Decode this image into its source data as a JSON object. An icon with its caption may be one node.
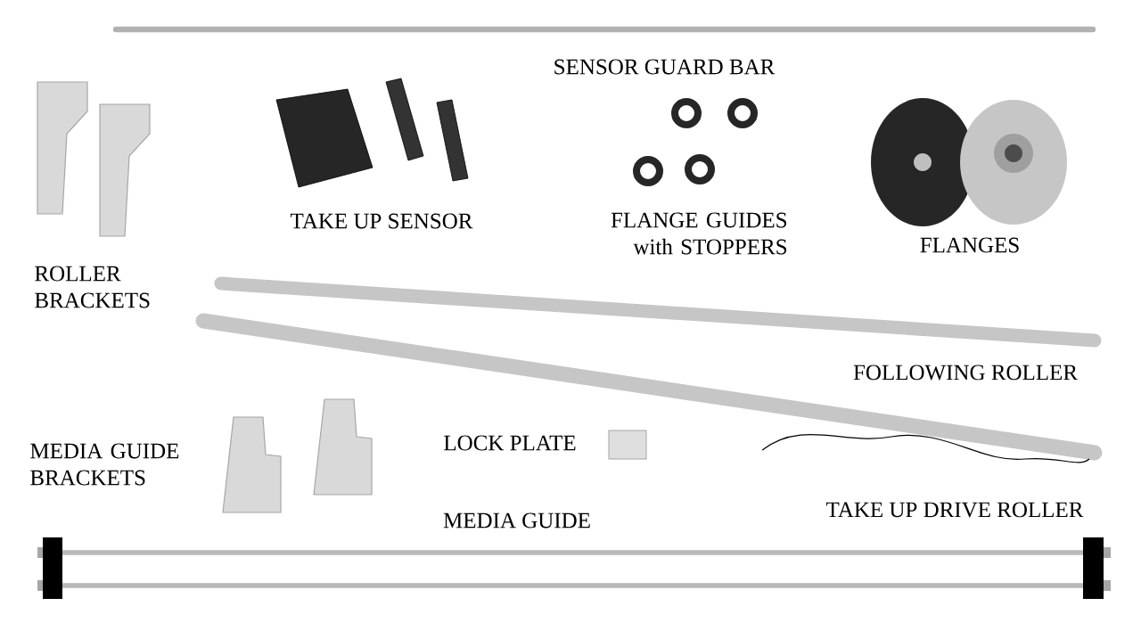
{
  "diagram": {
    "labels": [
      "SENSOR GUARD BAR",
      "TAKE UP SENSOR",
      "FLANGE GUIDES with STOPPERS",
      "FLANGES",
      "ROLLER BRACKETS",
      "FOLLOWING ROLLER",
      "MEDIA GUIDE BRACKETS",
      "LOCK PLATE",
      "TAKE UP DRIVE ROLLER",
      "MEDIA GUIDE"
    ]
  }
}
